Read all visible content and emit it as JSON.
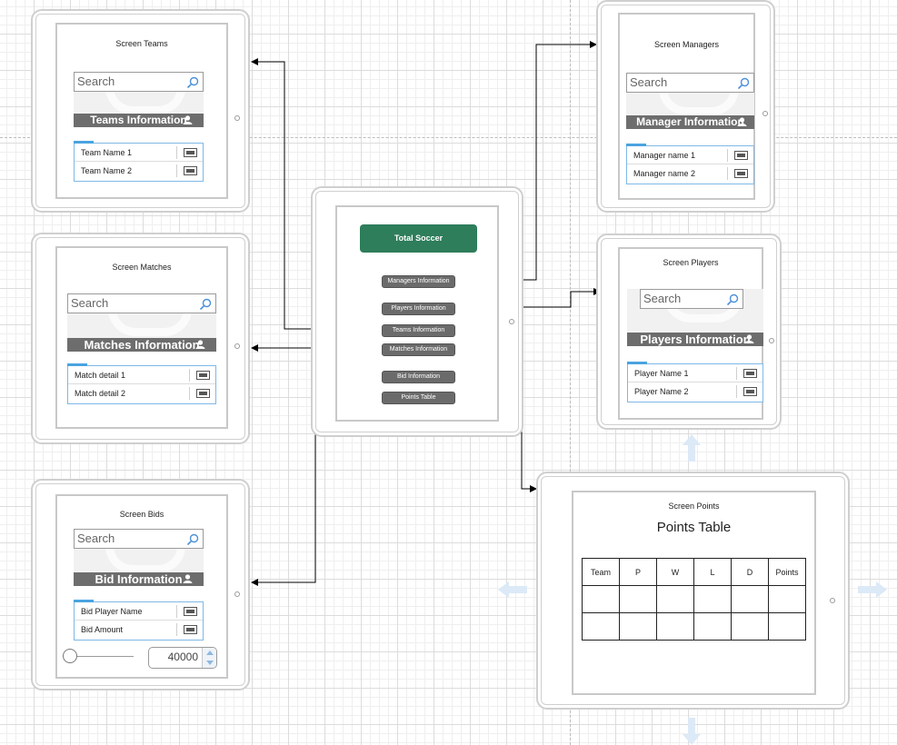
{
  "screens": {
    "teams": {
      "title": "Screen Teams",
      "search_placeholder": "Search",
      "banner": "Teams Information",
      "rows": [
        "Team Name 1",
        "Team Name 2"
      ]
    },
    "matches": {
      "title": "Screen Matches",
      "search_placeholder": "Search",
      "banner": "Matches Information",
      "rows": [
        "Match detail 1",
        "Match detail 2"
      ]
    },
    "bids": {
      "title": "Screen Bids",
      "search_placeholder": "Search",
      "banner": "Bid Information",
      "rows": [
        "Bid Player Name",
        "Bid Amount"
      ],
      "stepper_value": "40000"
    },
    "managers": {
      "title": "Screen Managers",
      "search_placeholder": "Search",
      "banner": "Manager Information",
      "rows": [
        "Manager name 1",
        "Manager name 2"
      ]
    },
    "players": {
      "title": "Screen Players",
      "search_placeholder": "Search",
      "banner": "Players Information",
      "rows": [
        "Player Name 1",
        "Player Name 2"
      ]
    },
    "points": {
      "title": "Screen Points",
      "heading": "Points Table",
      "columns": [
        "Team",
        "P",
        "W",
        "L",
        "D",
        "Points"
      ],
      "empty_rows": 2
    }
  },
  "main": {
    "app_title": "Total Soccer",
    "menu": [
      "Managers Information",
      "Players Information",
      "Teams Information",
      "Matches Information",
      "Bid Information",
      "Points Table"
    ]
  },
  "colors": {
    "primary": "#2e7d5b",
    "button": "#6b6b6b",
    "banner": "#6d6d6d",
    "list_border": "#7fb8e6",
    "accent": "#4aa3df"
  }
}
